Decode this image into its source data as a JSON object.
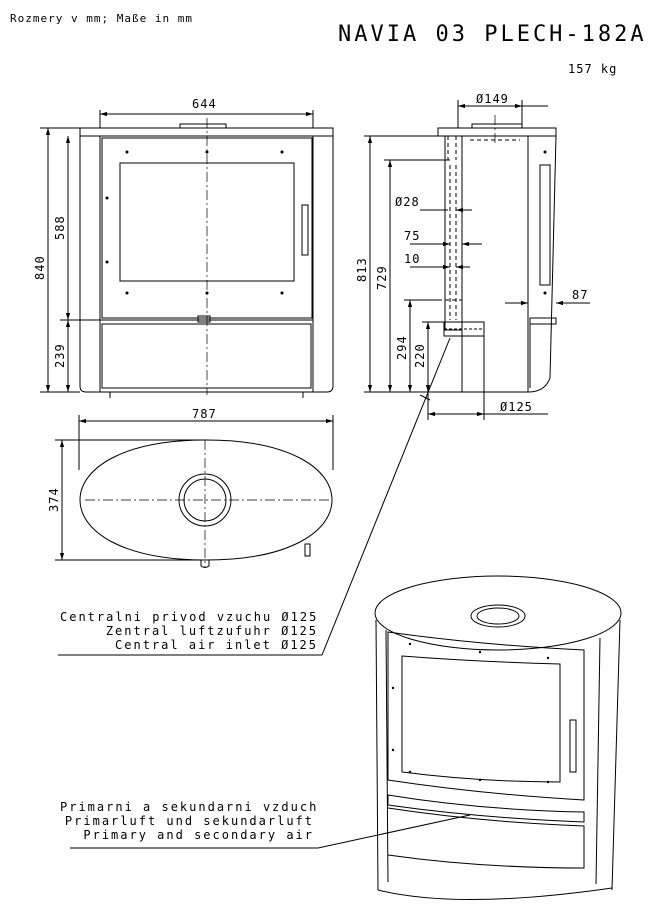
{
  "header": {
    "units_note": "Rozmery v mm; Maße in mm",
    "title": "NAVIA 03 PLECH-182A",
    "weight": "157 kg"
  },
  "front_view": {
    "width": "644",
    "height_total": "840",
    "height_upper": "588",
    "height_lower": "239"
  },
  "side_view": {
    "flue_diameter": "Ø149",
    "height_total": "813",
    "height_flue": "729",
    "pipe_diameter": "Ø28",
    "dim_75": "75",
    "dim_10": "10",
    "dim_87": "87",
    "height_294": "294",
    "height_220": "220",
    "inlet_diameter": "Ø125"
  },
  "top_view": {
    "width": "787",
    "depth": "374"
  },
  "notes": {
    "central_air": [
      "Centralni privod vzuchu Ø125",
      "Zentral luftzufuhr Ø125",
      "Central air inlet Ø125"
    ],
    "primary_air": [
      "Primarni a sekundarni vzduch",
      "Primarluft und sekundarluft",
      "Primary and secondary air"
    ]
  }
}
